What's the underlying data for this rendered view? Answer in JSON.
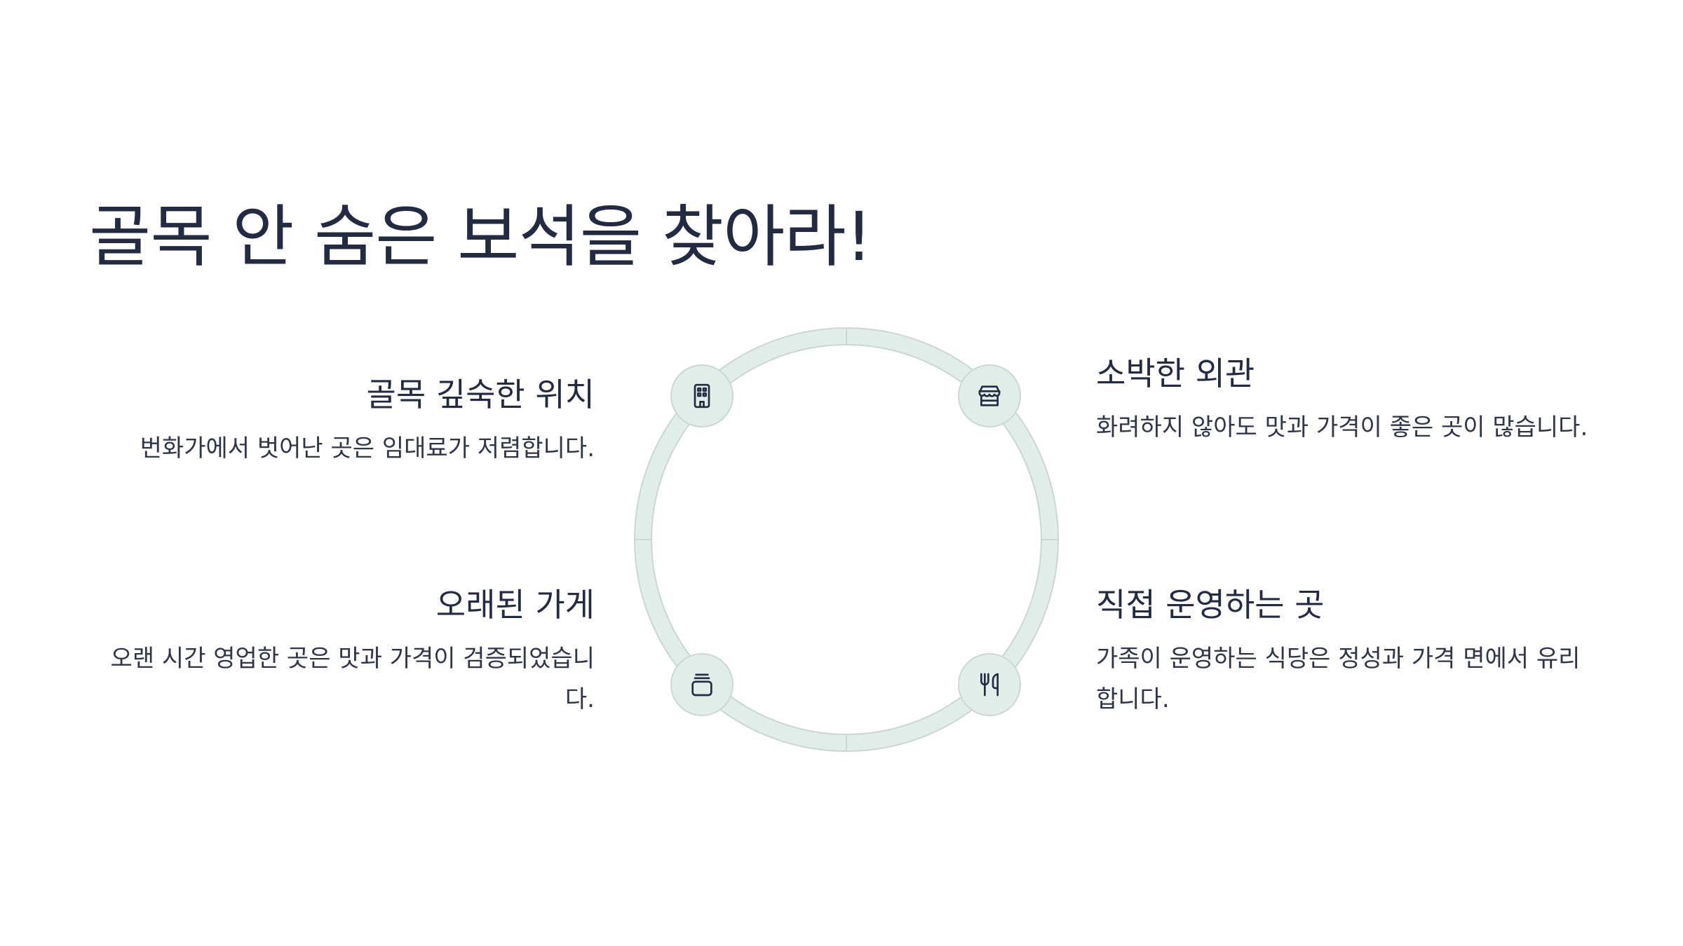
{
  "title": "골목 안 숨은 보석을 찾아라!",
  "items": {
    "top_left": {
      "heading": "골목 깊숙한 위치",
      "body": "번화가에서 벗어난 곳은 임대료가 저렴합니다.",
      "icon": "building-icon"
    },
    "top_right": {
      "heading": "소박한 외관",
      "body": "화려하지 않아도 맛과 가격이 좋은 곳이 많습니다.",
      "icon": "store-icon"
    },
    "bottom_left": {
      "heading": "오래된 가게",
      "body": "오랜 시간 영업한 곳은 맛과 가격이 검증되었습니다.",
      "icon": "archive-box-icon"
    },
    "bottom_right": {
      "heading": "직접 운영하는 곳",
      "body": "가족이 운영하는 식당은 정성과 가격 면에서 유리합니다.",
      "icon": "utensils-icon"
    }
  },
  "colors": {
    "text": "#232b42",
    "ring_fill": "#e2ece9",
    "ring_stroke": "#c9d8d3"
  }
}
